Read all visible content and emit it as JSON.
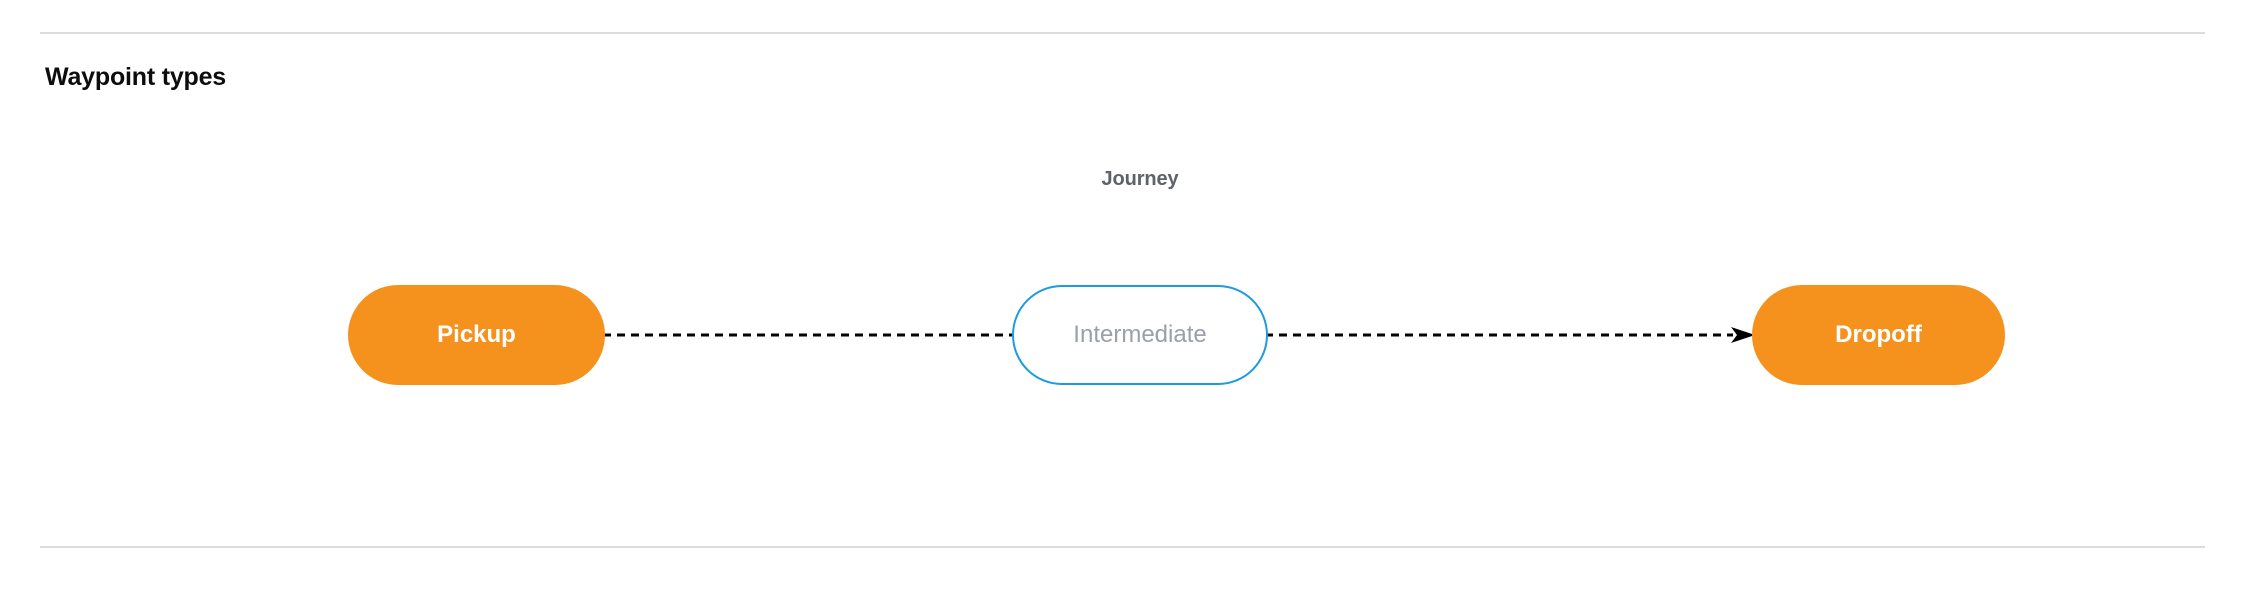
{
  "section": {
    "title": "Waypoint types"
  },
  "diagram": {
    "group_label": "Journey",
    "nodes": [
      {
        "id": "pickup",
        "label": "Pickup",
        "style": "filled",
        "fill": "#f5921e",
        "text_color": "#ffffff"
      },
      {
        "id": "intermediate",
        "label": "Intermediate",
        "style": "outlined",
        "fill": "#ffffff",
        "border_color": "#1e9be0",
        "text_color": "#9aa0a6"
      },
      {
        "id": "dropoff",
        "label": "Dropoff",
        "style": "filled",
        "fill": "#f5921e",
        "text_color": "#ffffff"
      }
    ],
    "edges": [
      {
        "id": "pickup-to-intermediate",
        "from": "pickup",
        "to": "intermediate",
        "line": "dashed",
        "color": "#000000",
        "arrowhead": false
      },
      {
        "id": "intermediate-to-dropoff",
        "from": "intermediate",
        "to": "dropoff",
        "line": "dashed",
        "color": "#000000",
        "arrowhead": true
      }
    ]
  },
  "colors": {
    "divider": "#dadce0",
    "title_text": "#0d0d0d",
    "group_label_text": "#5f6368",
    "accent_orange": "#f5921e",
    "accent_blue": "#1e9be0"
  }
}
